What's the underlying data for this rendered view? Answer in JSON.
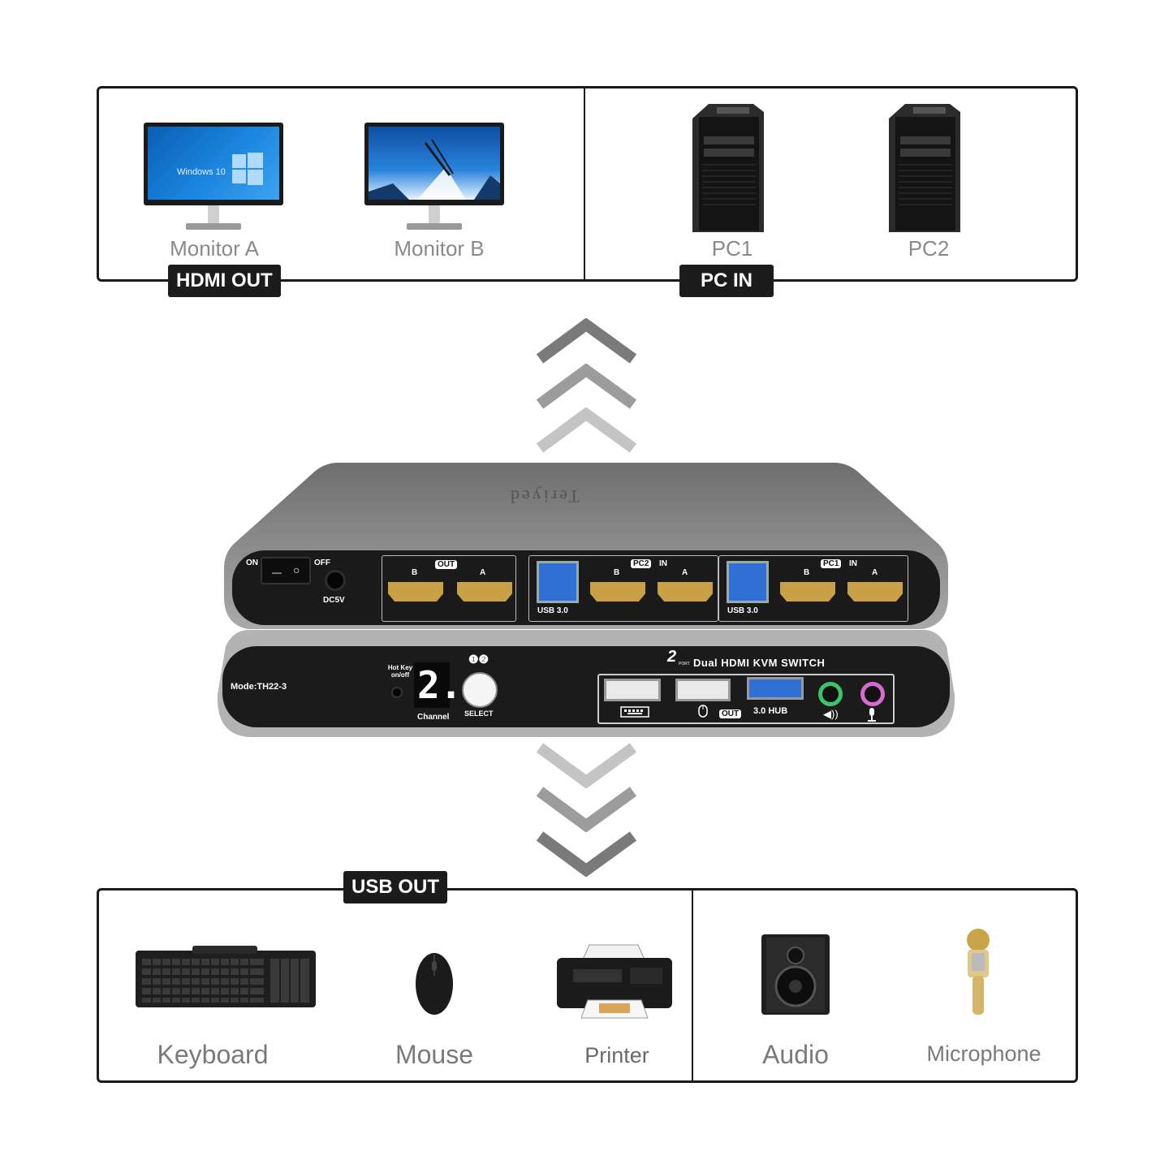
{
  "top_panel": {
    "tag_hdmi": "HDMI OUT",
    "tag_pc": "PC IN",
    "monitors": [
      {
        "name": "Monitor A",
        "screen_text": "Windows 10"
      },
      {
        "name": "Monitor B"
      }
    ],
    "pcs": [
      "PC1",
      "PC2"
    ]
  },
  "kvm_switch": {
    "brand": "Teriyed",
    "rear": {
      "on": "ON",
      "off": "OFF",
      "power": "DC5V",
      "out_group": "OUT",
      "pc2_group": "PC2",
      "pc1_group": "PC1",
      "in_label": "IN",
      "port_a": "A",
      "port_b": "B",
      "usb_label": "USB 3.0"
    },
    "front": {
      "model": "Mode:TH22-3",
      "hotkey": "Hot Key on/off",
      "channel_digit": "2.",
      "channel_label": "Channel",
      "select_label": "SELECT",
      "select_marks": "❶❷",
      "title_num": "2",
      "title_port": "PORT",
      "title": "Dual HDMI KVM SWITCH",
      "out_label": "OUT",
      "hub_label": "3.0 HUB"
    }
  },
  "bottom_panel": {
    "tag_usb": "USB OUT",
    "items": [
      "Keyboard",
      "Mouse",
      "Printer",
      "Audio",
      "Microphone"
    ]
  },
  "colors": {
    "panel_border": "#1a1a1a",
    "tag_bg": "#1c1c1c",
    "caption": "#8a8a8a",
    "usb3_blue": "#2f6fd6",
    "audio_green": "#3cc46a",
    "mic_pink": "#d66bd2"
  }
}
